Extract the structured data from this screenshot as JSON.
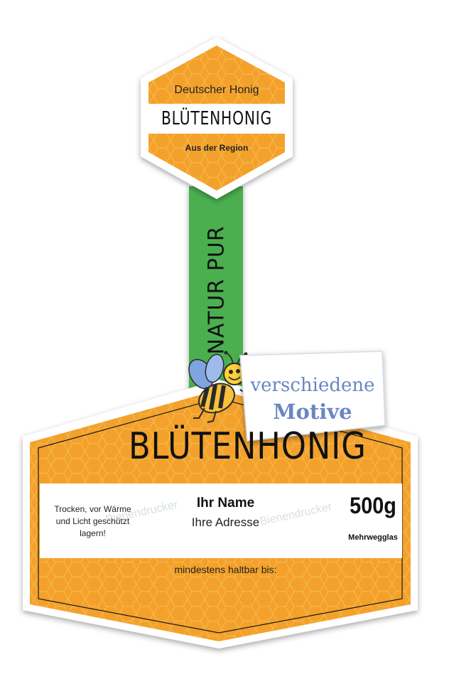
{
  "colors": {
    "honey_orange": "#f3a12a",
    "honey_dark": "#e48a16",
    "strip_green": "#4caf50",
    "motive_blue": "#6a86c2"
  },
  "top_label": {
    "subtitle": "Deutscher Honig",
    "title": "BLÜTENHONIG",
    "region": "Aus der Region"
  },
  "strip": {
    "text": "NATUR PUR"
  },
  "main_label": {
    "title": "BLÜTENHONIG",
    "storage_note": "Trocken, vor Wärme und Licht geschützt lagern!",
    "name": "Ihr Name",
    "address": "Ihre Adresse",
    "weight": "500g",
    "container": "Mehrwegglas",
    "best_before": "mindestens haltbar bis:"
  },
  "badge": {
    "line1": "verschiedene",
    "line2": "Motive"
  },
  "watermark": {
    "left": "Bienendrucker",
    "right": "Bienendrucker"
  },
  "icons": {
    "mascot": "bee-icon"
  }
}
